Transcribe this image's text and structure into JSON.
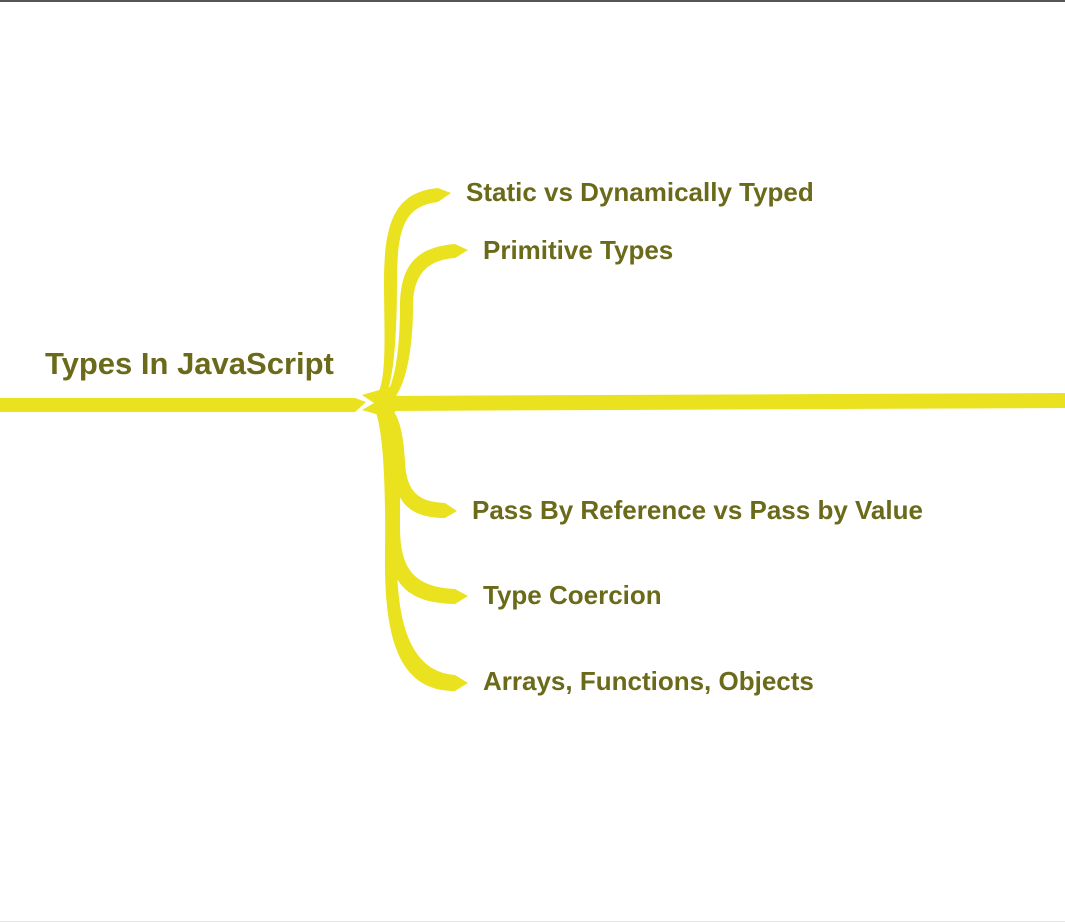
{
  "mindmap": {
    "root": {
      "label": "Types In JavaScript"
    },
    "children": [
      {
        "label": "Static vs Dynamically Typed"
      },
      {
        "label": "Primitive Types"
      },
      {
        "label": "Pass By Reference vs Pass by Value"
      },
      {
        "label": "Type Coercion"
      },
      {
        "label": "Arrays, Functions, Objects"
      }
    ]
  },
  "colors": {
    "branch": "#eae11f",
    "text": "#6b6a1a",
    "background": "#ffffff"
  }
}
